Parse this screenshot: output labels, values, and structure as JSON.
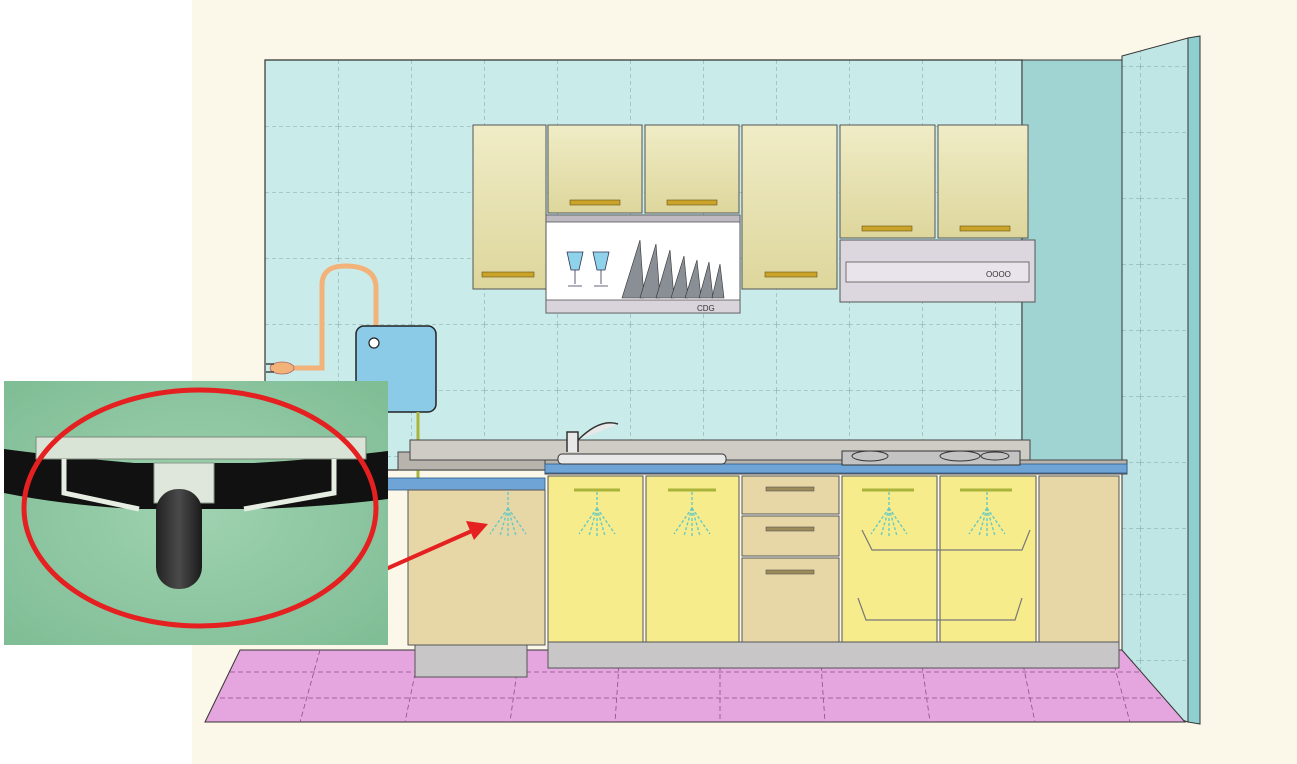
{
  "diagram": {
    "type": "kitchen-layout-illustration",
    "background": "#fbf8ea",
    "colors": {
      "wall_tile": "#c9ecea",
      "side_wall": "#9fd4d2",
      "upper_cabinet": "#e1dca2",
      "lower_cabinet_beige": "#e7d7a6",
      "lower_cabinet_yellow": "#f7ec8b",
      "countertop": "#b8b4ad",
      "counter_edge": "#6fa4d6",
      "floor": "#e5a6df",
      "water_heater": "#8ccbe8",
      "power_cord": "#f2b27a",
      "spray_nozzle_lines": "#69c9c4",
      "pipe_line": "#aab43a",
      "highlight_circle": "#e52020",
      "pointer_arrow": "#e52020"
    },
    "components": [
      "wall-tiles",
      "upper-cabinets",
      "dish-rack",
      "range-hood",
      "water-heater",
      "power-cord",
      "countertop",
      "sink-faucet",
      "gas-stove",
      "lower-cabinets",
      "drawers",
      "spray-nozzles",
      "floor-tiles",
      "side-wall"
    ],
    "dish_rack_label": "CDG",
    "range_hood_label": "OOOO",
    "inset_photo": {
      "subject": "spray-nozzle-closeup",
      "background": "#8fc9a3",
      "highlight": "red-ellipse",
      "callout": "red-arrow-to-nozzle"
    }
  }
}
